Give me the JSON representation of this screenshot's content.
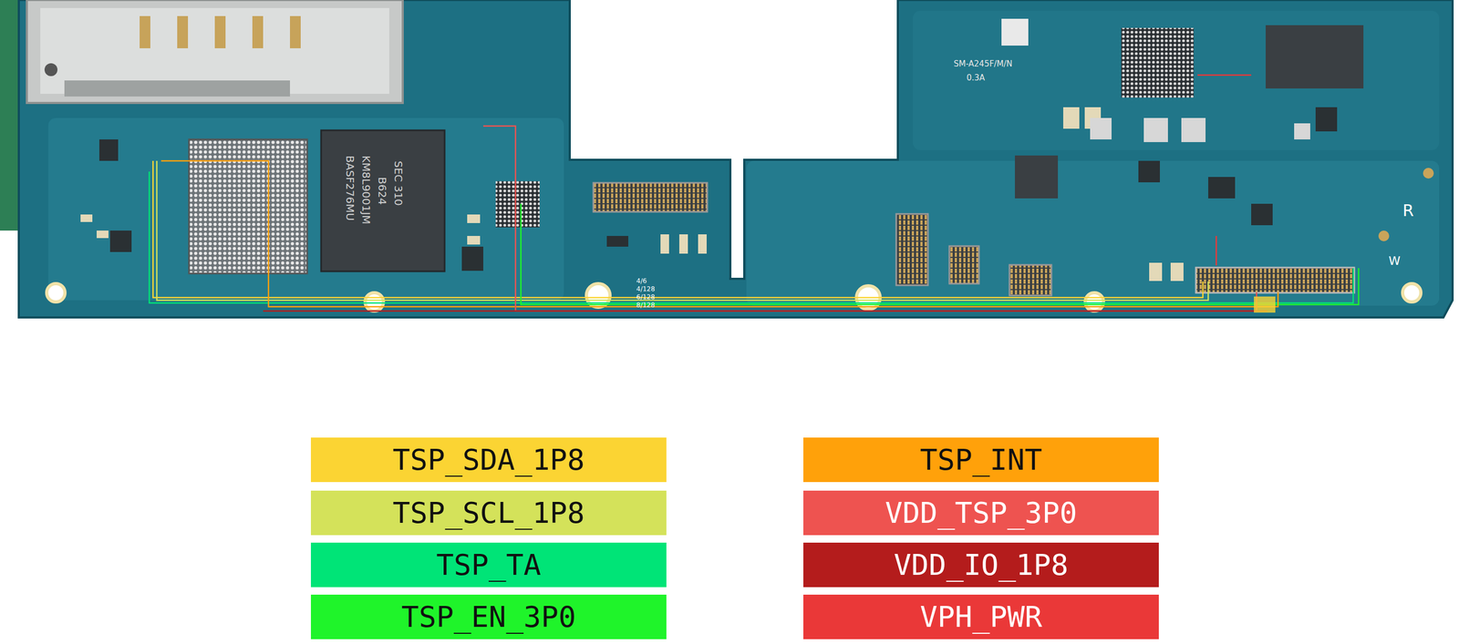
{
  "diagram": {
    "labels": [
      "SM-A245F/M/N",
      "0.3A",
      "SEC 310",
      "B624",
      "KM8L9001JM",
      "BASF276MU",
      "4/6",
      "4/128",
      "6/128",
      "8/128",
      "R",
      "W"
    ],
    "legend": [
      {
        "text": "TSP_SDA_1P8",
        "color": "#fbd433"
      },
      {
        "text": "TSP_SCL_1P8",
        "color": "#d4e25a"
      },
      {
        "text": "TSP_TA",
        "color": "#00e477"
      },
      {
        "text": "TSP_EN_3P0",
        "color": "#1ff42a"
      },
      {
        "text": "TSP_INT",
        "color": "#ffa10a"
      },
      {
        "text": "VDD_TSP_3P0",
        "color": "#ee5350"
      },
      {
        "text": "VDD_IO_1P8",
        "color": "#b41c1c"
      },
      {
        "text": "VPH_PWR",
        "color": "#ea3838"
      }
    ]
  }
}
